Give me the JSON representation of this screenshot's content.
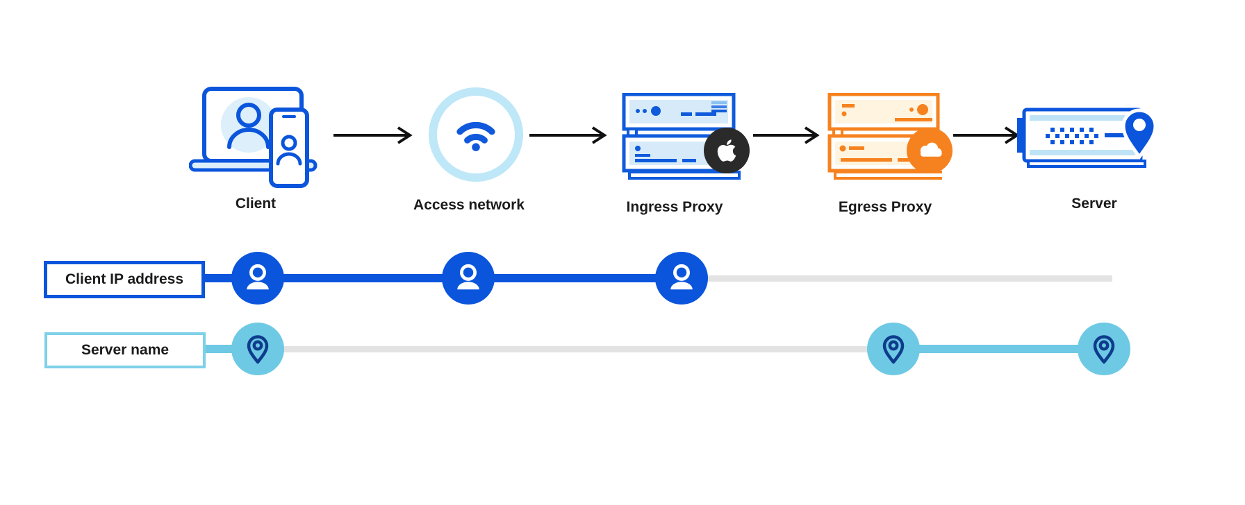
{
  "flow": {
    "nodes": [
      {
        "label": "Client",
        "icon": "client-devices-icon"
      },
      {
        "label": "Access network",
        "icon": "wifi-icon"
      },
      {
        "label": "Ingress Proxy",
        "icon": "server-stack-icon",
        "badge": "apple-logo"
      },
      {
        "label": "Egress Proxy",
        "icon": "server-stack-icon",
        "badge": "cloudflare-logo"
      },
      {
        "label": "Server",
        "icon": "server-location-icon"
      }
    ],
    "connector": "arrow-right"
  },
  "timelines": [
    {
      "label": "Client IP address",
      "marker_icon": "person-icon",
      "accent_color": "#0B55DC",
      "inactive_color": "#E3E3E3",
      "markers_at": [
        "Client",
        "Access network",
        "Ingress Proxy"
      ]
    },
    {
      "label": "Server name",
      "marker_icon": "location-pin-icon",
      "accent_color": "#6EC9E4",
      "inactive_color": "#E3E3E3",
      "markers_at": [
        "Client",
        "Egress Proxy",
        "Server"
      ]
    }
  ],
  "colors": {
    "blue": "#0B55DC",
    "light_blue_fill": "#D6EAF9",
    "sky_ring": "#BEE7F8",
    "cyan": "#6EC9E4",
    "navy_pin": "#0E3C8C",
    "orange": "#F6821F",
    "cream_fill": "#FFF4E0",
    "grey_track": "#E3E3E3",
    "arrow_black": "#111111",
    "apple_badge_bg": "#2A2A2A"
  }
}
